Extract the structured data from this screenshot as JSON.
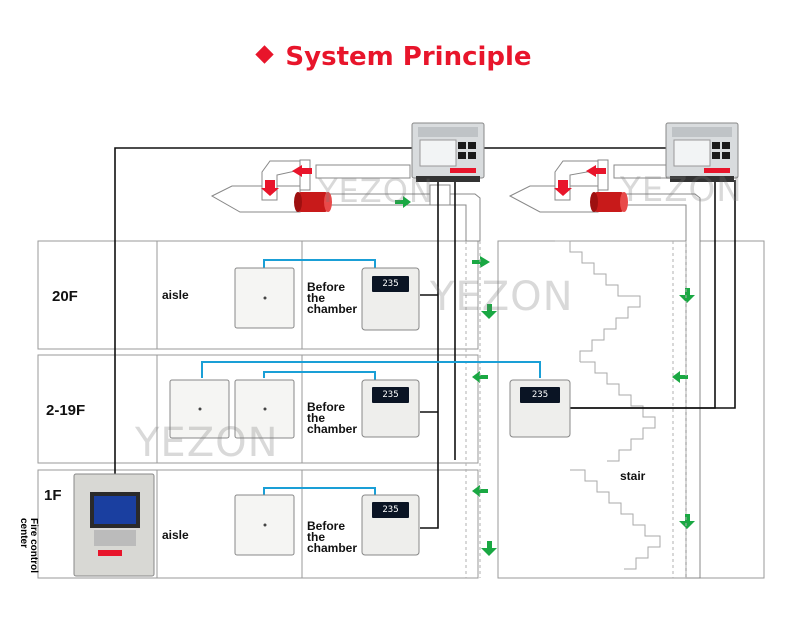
{
  "title": "System Principle",
  "watermark": "YEZON",
  "floors": [
    {
      "id": "20F",
      "label": "20F",
      "zone": "aisle",
      "chamber": "Before\nthe\nchamber"
    },
    {
      "id": "2-19F",
      "label": "2-19F",
      "zone": "",
      "chamber": "Before\nthe\nchamber"
    },
    {
      "id": "1F",
      "label": "1F",
      "zone": "aisle",
      "chamber": "Before\nthe\nchamber"
    }
  ],
  "fire_control": "Fire control center",
  "stair_label": "stair",
  "sensor_reading": "235",
  "colors": {
    "accent": "#e8152b",
    "wire": "#111111",
    "signal_line": "#1a9fd6",
    "airflow": "#1aa843",
    "fire_panel_screen": "#1a3fa0"
  }
}
